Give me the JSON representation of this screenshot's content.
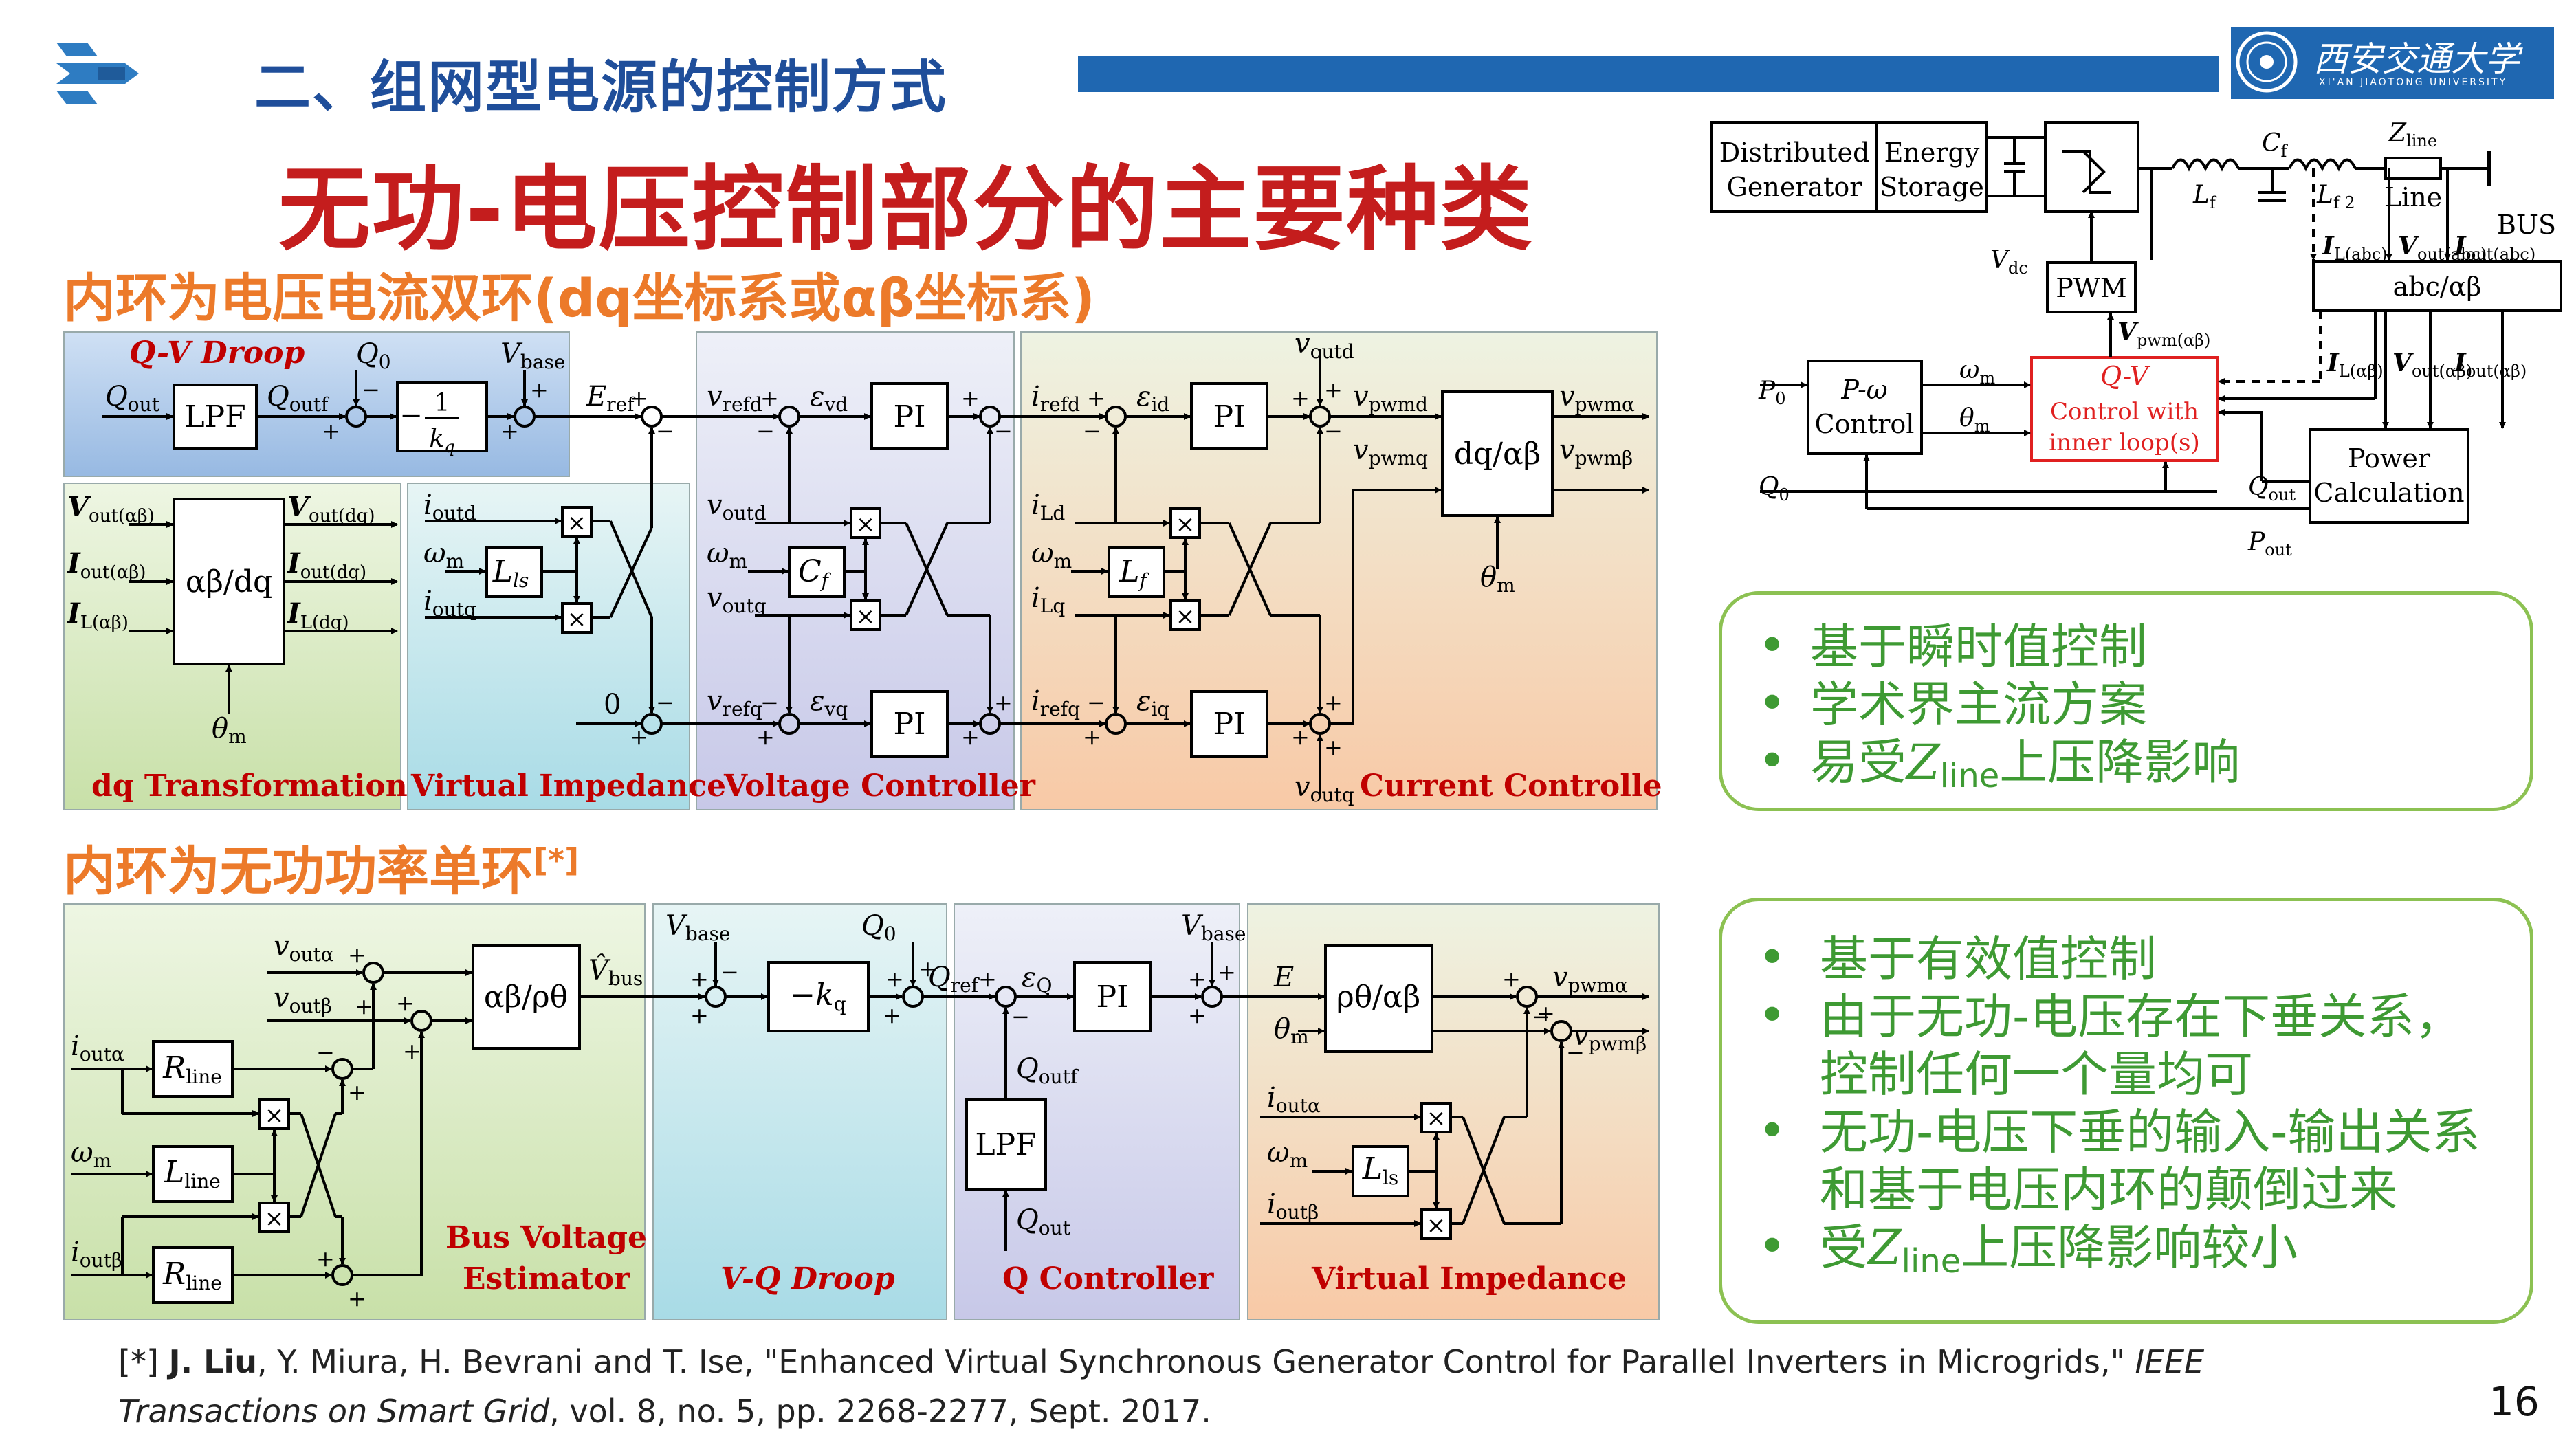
{
  "slide": {
    "title": "二、组网型电源的控制方式",
    "main_title": "无功-电压控制部分的主要种类",
    "section1": "内环为电压电流双环(dq坐标系或αβ坐标系)",
    "section2": "内环为无功功率单环",
    "section2_ref": "[*]",
    "page_number": "16"
  },
  "university": {
    "name": "西安交通大学",
    "subtitle": "XI'AN JIAOTONG UNIVERSITY"
  },
  "box1": {
    "bullets": [
      "基于瞬时值控制",
      "学术界主流方案"
    ],
    "last_pre": "易受",
    "last_var": "Z",
    "last_sub": "line",
    "last_post": "上压降影响"
  },
  "box2": {
    "bullets": [
      "基于有效值控制",
      "由于无功-电压存在下垂关系，",
      "控制任何一个量均可",
      "无功-电压下垂的输入-输出关系",
      "和基于电压内环的颠倒过来"
    ],
    "last_pre": "受",
    "last_var": "Z",
    "last_sub": "line",
    "last_post": "上压降影响较小"
  },
  "footnote": {
    "ref_mark": "[*] ",
    "author_bold": "J. Liu",
    "authors_rest": ", Y. Miura, H. Bevrani and T. Ise, \"Enhanced Virtual Synchronous Generator Control for Parallel Inverters in Microgrids,\" ",
    "journal": "IEEE Transactions on Smart Grid",
    "rest": ", vol. 8, no. 5, pp. 2268-2277, Sept. 2017."
  },
  "diagram1": {
    "region_labels": {
      "qv_droop": "Q-V Droop",
      "dq_transformation": "dq Transformation",
      "virtual_impedance": "Virtual Impedance",
      "voltage_controller": "Voltage Controller",
      "current_controller": "Current Controller"
    },
    "blocks": {
      "lpf": "LPF",
      "gain_num": "1",
      "gain_den": "k",
      "gain_den_sub": "q",
      "abdq": "αβ/dq",
      "lls": "L",
      "lls_sub": "ls",
      "cf": "C",
      "cf_sub": "f",
      "lf": "L",
      "lf_sub": "f",
      "pi": "PI",
      "dqab": "dq/αβ"
    },
    "signals": {
      "qout": "Q",
      "qout_sub": "out",
      "qoutf": "Q",
      "qoutf_sub": "outf",
      "q0": "Q",
      "q0_sub": "0",
      "vbase": "V",
      "vbase_sub": "base",
      "eref": "E",
      "eref_sub": "ref",
      "vout_ab": "V",
      "vout_ab_sub": "out(αβ)",
      "iout_ab": "I",
      "iout_ab_sub": "out(αβ)",
      "il_ab": "I",
      "il_ab_sub": "L(αβ)",
      "vout_dq": "V",
      "vout_dq_sub": "out(dq)",
      "iout_dq": "I",
      "iout_dq_sub": "out(dq)",
      "il_dq": "I",
      "il_dq_sub": "L(dq)",
      "theta": "θ",
      "theta_sub": "m",
      "ioutd": "i",
      "ioutd_sub": "outd",
      "omega": "ω",
      "omega_sub": "m",
      "ioutq": "i",
      "ioutq_sub": "outq",
      "zero": "0",
      "vrefd": "v",
      "vrefd_sub": "refd",
      "evd": "ε",
      "evd_sub": "vd",
      "voutd": "v",
      "voutd_sub": "outd",
      "voutq": "v",
      "voutq_sub": "outq",
      "vrefq": "v",
      "vrefq_sub": "refq",
      "evq": "ε",
      "evq_sub": "vq",
      "irefd": "i",
      "irefd_sub": "refd",
      "eid": "ε",
      "eid_sub": "id",
      "ild": "i",
      "ild_sub": "Ld",
      "ilq": "i",
      "ilq_sub": "Lq",
      "irefq": "i",
      "irefq_sub": "refq",
      "eiq": "ε",
      "eiq_sub": "iq",
      "vpwmd": "v",
      "vpwmd_sub": "pwmd",
      "vpwmq": "v",
      "vpwmq_sub": "pwmq",
      "vpwma": "v",
      "vpwma_sub": "pwmα",
      "vpwmb": "v",
      "vpwmb_sub": "pwmβ"
    }
  },
  "diagram2": {
    "region_labels": {
      "bus_estimator_1": "Bus Voltage",
      "bus_estimator_2": "Estimator",
      "vq_droop": "V-Q Droop",
      "q_controller": "Q Controller",
      "virtual_impedance": "Virtual Impedance"
    },
    "blocks": {
      "rline": "R",
      "rline_sub": "line",
      "lline": "L",
      "lline_sub": "line",
      "abrt": "αβ/ρθ",
      "neg_kq": "−k",
      "neg_kq_sub": "q",
      "pi": "PI",
      "lpf": "LPF",
      "rtab": "ρθ/αβ",
      "lls": "L",
      "lls_sub": "ls"
    },
    "signals": {
      "vouta": "v",
      "vouta_sub": "outα",
      "voutb": "v",
      "voutb_sub": "outβ",
      "iouta": "i",
      "iouta_sub": "outα",
      "ioutb": "i",
      "ioutb_sub": "outβ",
      "omega": "ω",
      "omega_sub": "m",
      "vbus": "V̂",
      "vbus_sub": "bus",
      "vbase": "V",
      "vbase_sub": "base",
      "q0": "Q",
      "q0_sub": "0",
      "qref": "Q",
      "qref_sub": "ref",
      "eq": "ε",
      "eq_sub": "Q",
      "qoutf": "Q",
      "qoutf_sub": "outf",
      "qout": "Q",
      "qout_sub": "out",
      "e": "E",
      "theta": "θ",
      "theta_sub": "m",
      "vpwma": "v",
      "vpwma_sub": "pwmα",
      "vpwmb": "v",
      "vpwmb_sub": "pwmβ"
    }
  },
  "diagram3": {
    "blocks": {
      "dg1": "Distributed",
      "dg2": "Generator",
      "es1": "Energy",
      "es2": "Storage",
      "pwm": "PWM",
      "abc": "abc/αβ",
      "pw1": "P-ω",
      "pw2": "Control",
      "qv1": "Q-V",
      "qv2": "Control with",
      "qv3": "inner loop(s)",
      "pc1": "Power",
      "pc2": "Calculation",
      "line": "Line",
      "bus": "BUS"
    },
    "signals": {
      "vdc": "V",
      "vdc_sub": "dc",
      "lf": "L",
      "lf_sub": "f",
      "cf": "C",
      "cf_sub": "f",
      "lf2": "L",
      "lf2_sub": "f 2",
      "zline": "Z",
      "zline_sub": "line",
      "ilabc": "I",
      "ilabc_sub": "L(abc)",
      "voabc": "V",
      "voabc_sub": "out(abc)",
      "ioabc": "I",
      "ioabc_sub": "out(abc)",
      "vpwm": "V",
      "vpwm_sub": "pwm(αβ)",
      "ilab": "I",
      "ilab_sub": "L(αβ)",
      "voab": "V",
      "voab_sub": "out(αβ)",
      "ioab": "I",
      "ioab_sub": "out(αβ)",
      "p0": "P",
      "p0_sub": "0",
      "q0": "Q",
      "q0_sub": "0",
      "omega": "ω",
      "omega_sub": "m",
      "theta": "θ",
      "theta_sub": "m",
      "qout": "Q",
      "qout_sub": "out",
      "pout": "P",
      "pout_sub": "out"
    }
  }
}
